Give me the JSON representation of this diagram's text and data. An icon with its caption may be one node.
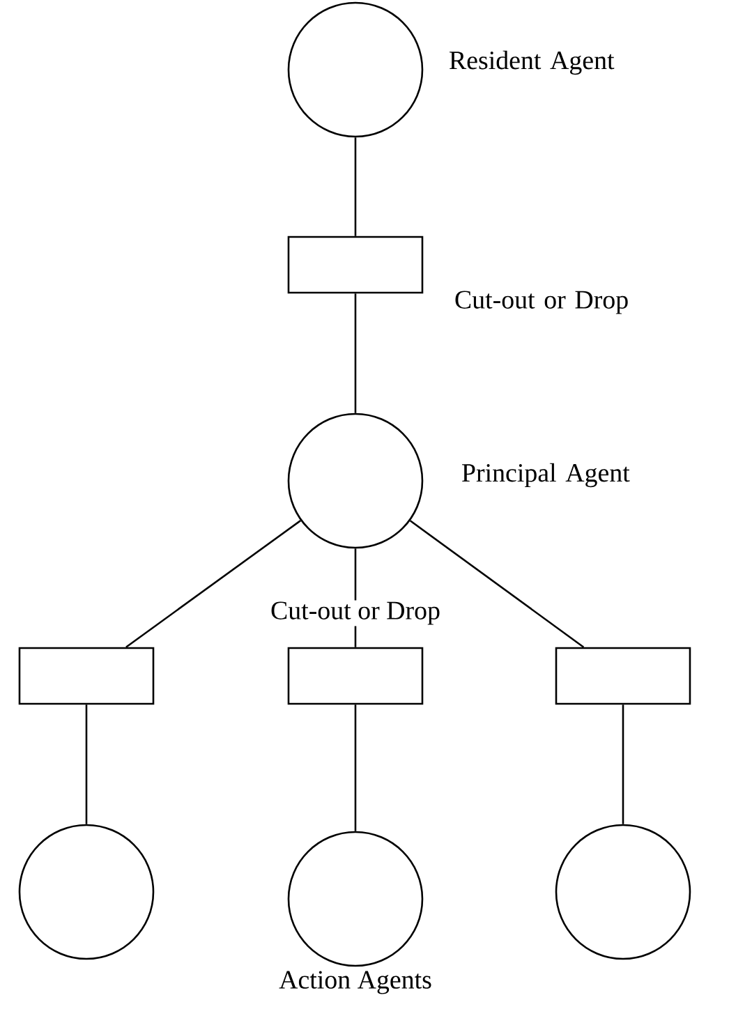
{
  "diagram": {
    "nodes": [
      {
        "text": [
          "Resident Agent"
        ]
      },
      {
        "text": [
          "Cut-out or Drop"
        ]
      },
      {
        "text": [
          "Principal Agent"
        ]
      },
      {
        "text": [],
        "shape": "box"
      },
      {
        "text": [],
        "shape": "box"
      },
      {
        "text": [],
        "shape": "box"
      },
      {
        "text": [],
        "shape": "circle"
      },
      {
        "text": [],
        "shape": "circle"
      },
      {
        "text": [],
        "shape": "circle"
      }
    ],
    "edges": [
      {
        "from": 0,
        "to": 1,
        "arrow": "none"
      },
      {
        "from": 1,
        "to": 2,
        "arrow": "none"
      },
      {
        "from": 2,
        "to": 3,
        "arrow": "none"
      },
      {
        "from": 2,
        "to": 4,
        "arrow": "none"
      },
      {
        "from": 2,
        "to": 5,
        "arrow": "none"
      },
      {
        "from": 3,
        "to": 6,
        "arrow": "none"
      },
      {
        "from": 4,
        "to": 7,
        "arrow": "none"
      },
      {
        "from": 5,
        "to": 8,
        "arrow": "none"
      }
    ],
    "labels": [
      "Cut-out or Drop",
      "Action Agents"
    ]
  }
}
